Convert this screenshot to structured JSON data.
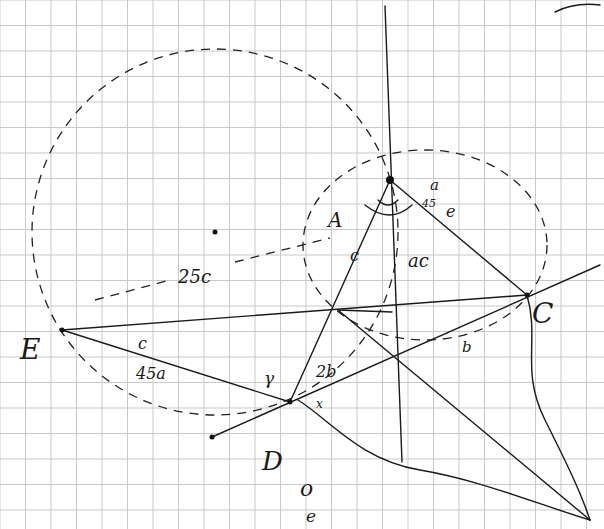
{
  "diagram": {
    "labels": [
      "E",
      "C",
      "D",
      "A",
      "25c",
      "c",
      "45a",
      "c",
      "ac",
      "a",
      "45",
      "e",
      "γ",
      "2b",
      "b",
      "o",
      "e",
      "x"
    ]
  }
}
